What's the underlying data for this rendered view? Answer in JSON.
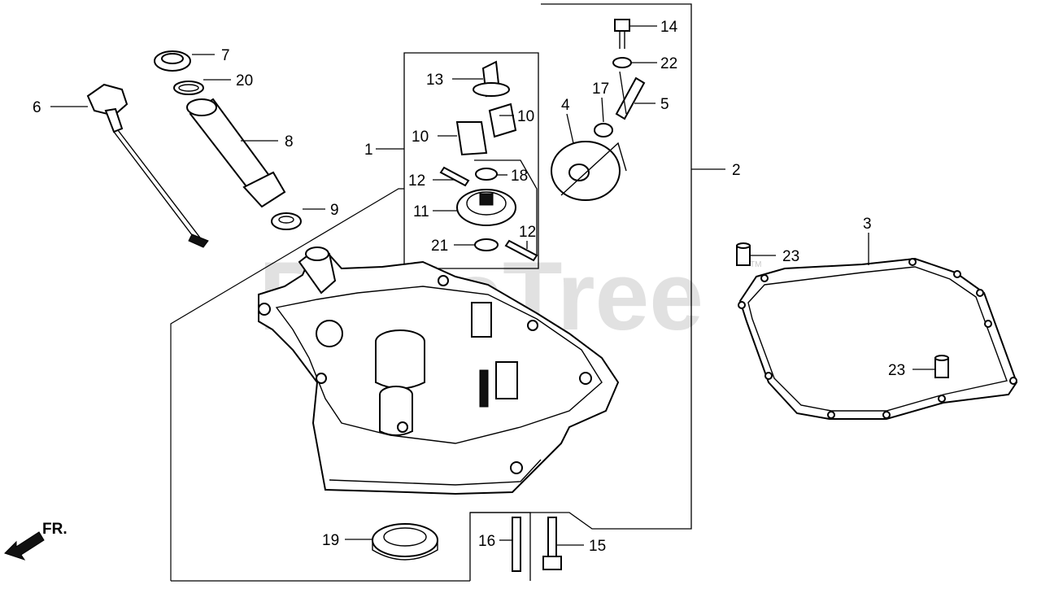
{
  "watermark": {
    "text": "PartsTree",
    "tm": "TM"
  },
  "front_indicator": {
    "label": "FR."
  },
  "callouts": {
    "c1": "1",
    "c2": "2",
    "c3": "3",
    "c4": "4",
    "c5": "5",
    "c6": "6",
    "c7": "7",
    "c8": "8",
    "c9": "9",
    "c10a": "10",
    "c10b": "10",
    "c11": "11",
    "c12a": "12",
    "c12b": "12",
    "c13": "13",
    "c14": "14",
    "c15": "15",
    "c16": "16",
    "c17": "17",
    "c18": "18",
    "c19": "19",
    "c20": "20",
    "c21": "21",
    "c22": "22",
    "c23a": "23",
    "c23b": "23"
  }
}
